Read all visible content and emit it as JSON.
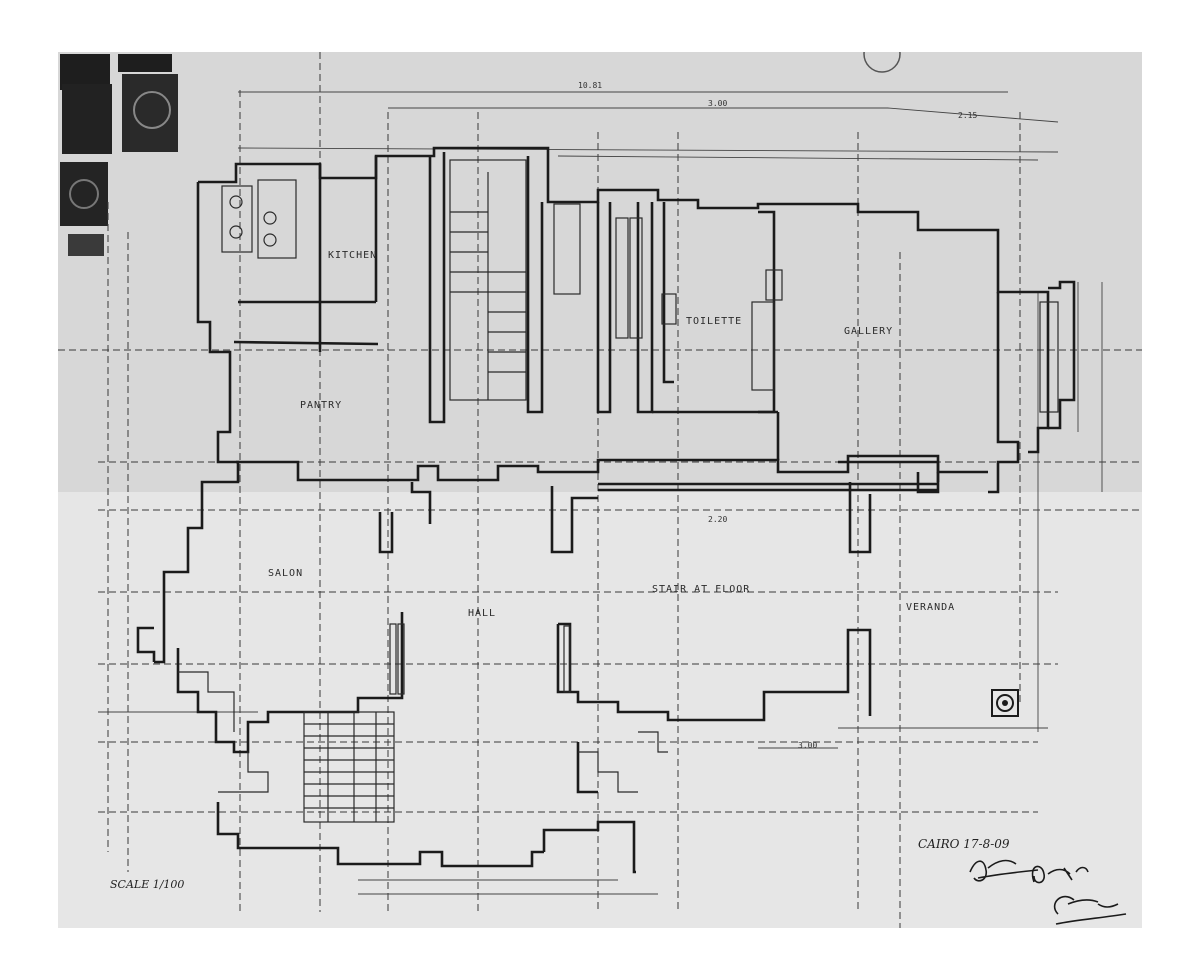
{
  "rooms": {
    "kitchen": "KITCHEN",
    "toilette": "TOILETTE",
    "gallery": "GALLERY",
    "pantry": "PANTRY",
    "salon": "SALON",
    "hall": "HALL",
    "veranda": "VERANDA",
    "stair": "STAIR AT FLOOR"
  },
  "dimensions": {
    "overall_top": "10.81",
    "top_span": "3.00",
    "top_right": "2.15",
    "bottom_right": "3.00",
    "mid_right": "2.20"
  },
  "annotations": {
    "date": "CAIRO 17-8-09",
    "scale": "SCALE 1/100"
  },
  "colors": {
    "paper": "#d7d7d7",
    "paper_lower": "#e6e6e6",
    "ink": "#1b1b1b",
    "stamp": "#1e1e1e"
  },
  "icons": [
    "revenue-stamp",
    "signature",
    "circle-fixture"
  ]
}
